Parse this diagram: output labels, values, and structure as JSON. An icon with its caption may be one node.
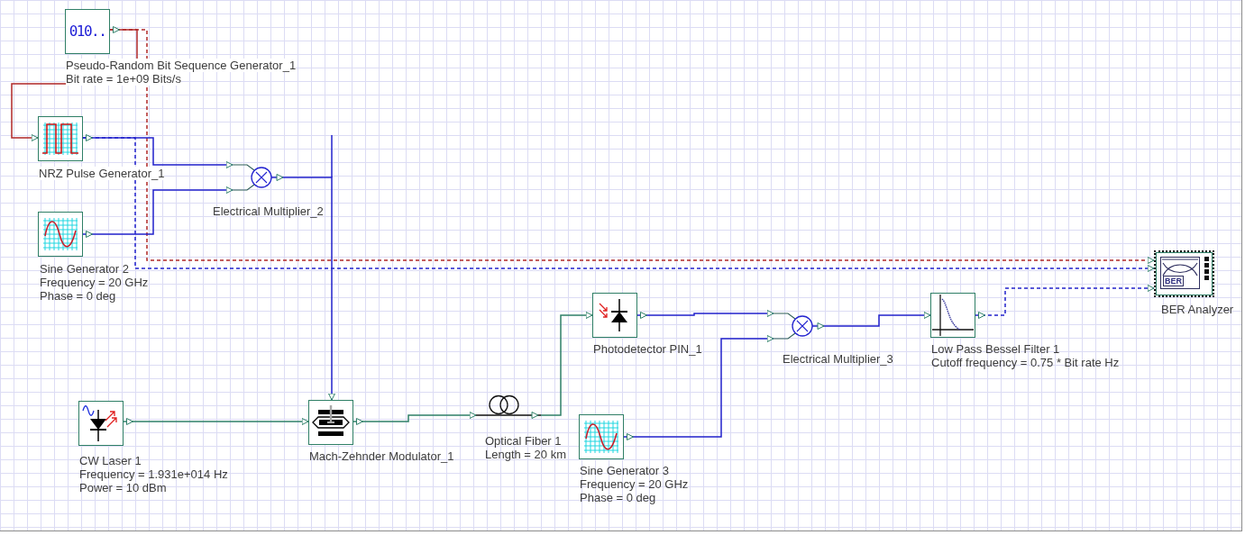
{
  "diagram": {
    "nodes": [
      {
        "text": [
          "010.."
        ],
        "beside": [
          "Pseudo-Random Bit Sequence Generator_1",
          "Bit rate = 1e+09 Bits/s"
        ]
      },
      {
        "text": [],
        "shape": "box",
        "beside": [
          "NRZ Pulse Generator_1"
        ]
      },
      {
        "text": [],
        "shape": "circle",
        "beside": [
          "Electrical Multiplier_2"
        ]
      },
      {
        "text": [],
        "shape": "box",
        "beside": [
          "Sine Generator 2",
          "Frequency = 20 GHz",
          "Phase = 0 deg"
        ]
      },
      {
        "text": [
          "BER"
        ],
        "beside": [
          "BER Analyzer"
        ]
      },
      {
        "text": [],
        "shape": "box",
        "beside": [
          "Photodetector PIN_1"
        ]
      },
      {
        "text": [],
        "shape": "circle",
        "beside": [
          "Electrical Multiplier_3"
        ]
      },
      {
        "text": [],
        "shape": "box",
        "beside": [
          "Low Pass Bessel Filter 1",
          "Cutoff frequency = 0.75 * Bit rate Hz"
        ]
      },
      {
        "text": [],
        "shape": "box",
        "beside": [
          "CW Laser 1",
          "Frequency = 1.931e+014 Hz",
          "Power = 10 dBm"
        ]
      },
      {
        "text": [],
        "shape": "box",
        "beside": [
          "Mach-Zehnder Modulator_1"
        ]
      },
      {
        "text": [],
        "shape": "picture",
        "beside": [
          "Optical Fiber 1",
          "Length = 20 km"
        ]
      },
      {
        "text": [],
        "shape": "box",
        "beside": [
          "Sine Generator 3",
          "Frequency = 20 GHz",
          "Phase = 0 deg"
        ]
      }
    ],
    "edges": [
      {
        "from": 0,
        "to": 1,
        "arrow": "to",
        "color": "#b02828"
      },
      {
        "from": 0,
        "to": 4,
        "arrow": "to",
        "style": "dashed",
        "color": "#b02828"
      },
      {
        "from": 1,
        "to": 2,
        "arrow": "to"
      },
      {
        "from": 1,
        "to": 4,
        "arrow": "to",
        "style": "dashed"
      },
      {
        "from": 3,
        "to": 2,
        "arrow": "to"
      },
      {
        "from": 2,
        "to": 9,
        "arrow": "to"
      },
      {
        "from": 8,
        "to": 9,
        "arrow": "to",
        "color": "#2f8068"
      },
      {
        "from": 9,
        "to": 10,
        "arrow": "to",
        "color": "#2f8068"
      },
      {
        "from": 10,
        "to": 5,
        "arrow": "to",
        "color": "#2f8068"
      },
      {
        "from": 5,
        "to": 6,
        "arrow": "to"
      },
      {
        "from": 11,
        "to": 6,
        "arrow": "to"
      },
      {
        "from": 6,
        "to": 7,
        "arrow": "to"
      },
      {
        "from": 7,
        "to": 4,
        "arrow": "to",
        "style": "dashed"
      }
    ]
  }
}
